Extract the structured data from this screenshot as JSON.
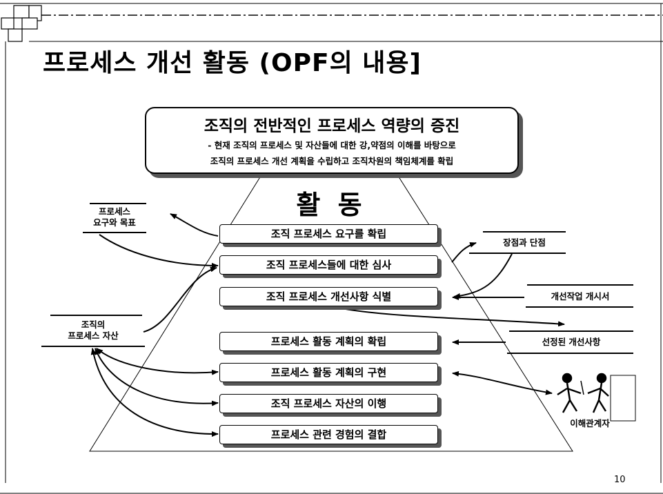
{
  "title": "프로세스 개선 활동 (OPF의 내용]",
  "goal": {
    "title": "조직의 전반적인 프로세스 역량의 증진",
    "desc_line1": "- 현재 조직의 프로세스 및 자산들에 대한 강,약점의 이해를 바탕으로",
    "desc_line2": "조직의 프로세스 개선 계획을 수립하고 조직차원의 책임체계를 확립"
  },
  "activity_label": "활 동",
  "activities": [
    "조직 프로세스 요구를 확립",
    "조직 프로세스들에 대한 심사",
    "조직 프로세스 개선사항 식별",
    "프로세스 활동 계획의 확립",
    "프로세스 활동 계획의 구현",
    "조직 프로세스 자산의 이행",
    "프로세스 관련 경험의 결합"
  ],
  "left_items": {
    "needs_goals": [
      "프로세스",
      "요구와 목표"
    ],
    "assets": [
      "조직의",
      "프로세스 자산"
    ]
  },
  "right_items": {
    "strengths": "장점과 단점",
    "initiation": "개선작업 개시서",
    "selected": "선정된 개선사항",
    "stakeholders": "이해관계자"
  },
  "page_number": "10"
}
